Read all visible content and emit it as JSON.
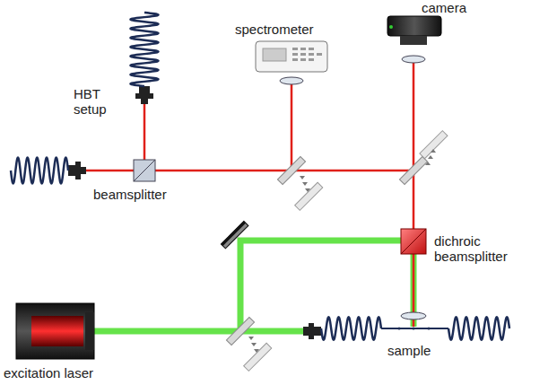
{
  "diagram": {
    "labels": [
      "camera",
      "spectrometer",
      "HBT setup",
      "beamsplitter",
      "dichroic beamsplitter",
      "excitation laser",
      "sample"
    ]
  }
}
